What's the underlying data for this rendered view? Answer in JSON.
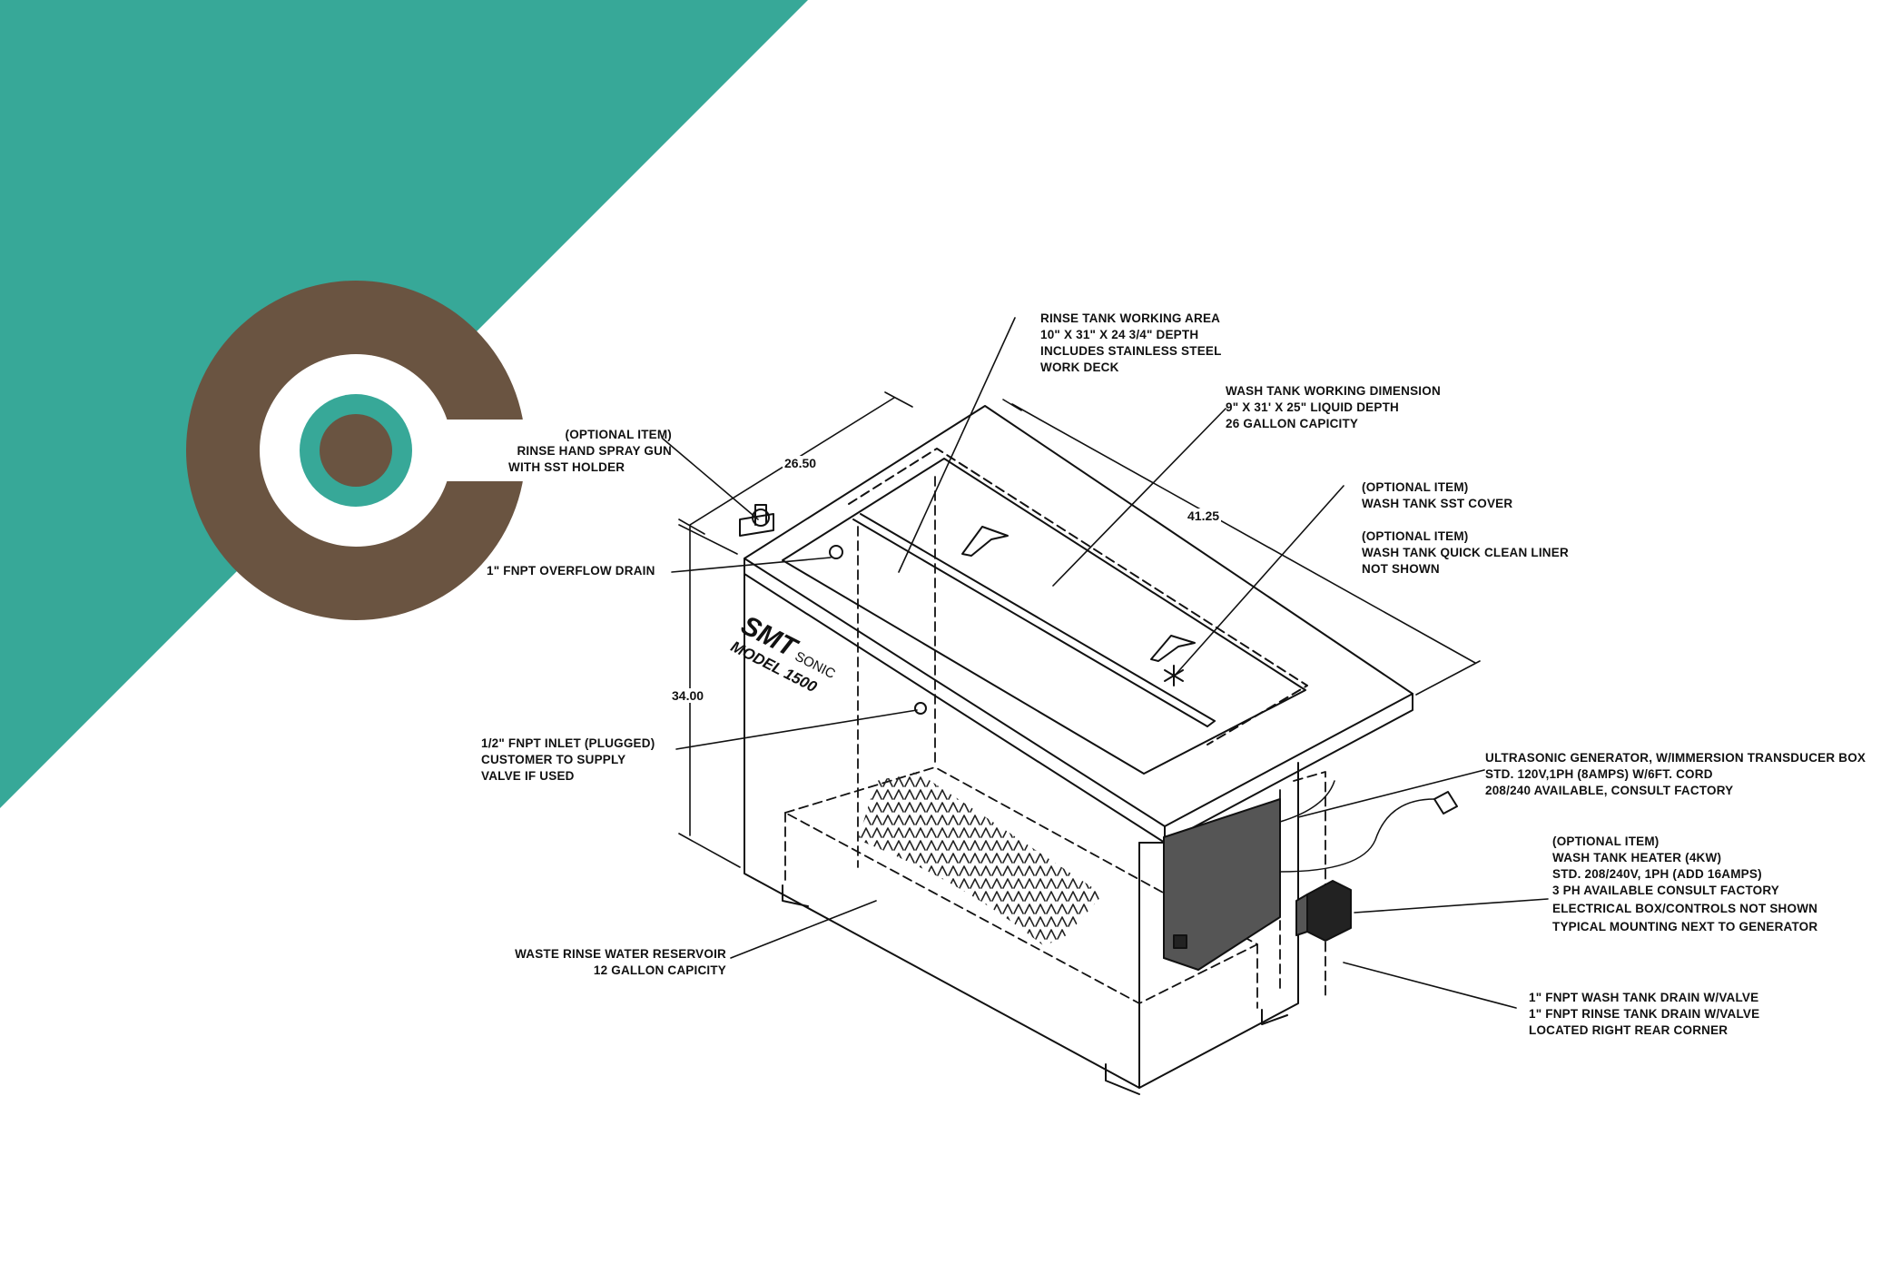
{
  "colors": {
    "accent_teal": "#37a898",
    "logo_brown": "#6a5441",
    "line": "#111111"
  },
  "icons": {
    "logo": "c-shaped-keyhole-logo",
    "diagram": "ultrasonic-cleaning-tank-illustration"
  },
  "dimensions": {
    "width": "26.50",
    "length": "41.25",
    "height": "34.00"
  },
  "brand": {
    "name_left": "SMT",
    "name_right": "SONIC",
    "model": "MODEL 1500"
  },
  "callouts": {
    "rinse_tank": [
      "RINSE TANK WORKING AREA",
      "10\" X 31\" X 24 3/4\" DEPTH",
      "INCLUDES STAINLESS STEEL",
      "WORK DECK"
    ],
    "wash_tank": [
      "WASH TANK WORKING DIMENSION",
      "9\" X 31'  X 25\" LIQUID DEPTH",
      "26 GALLON CAPICITY"
    ],
    "spray_gun": [
      "(OPTIONAL ITEM)",
      "RINSE HAND SPRAY GUN",
      "WITH SST HOLDER"
    ],
    "cover": [
      "(OPTIONAL ITEM)",
      "WASH TANK SST COVER"
    ],
    "liner": [
      "(OPTIONAL ITEM)",
      "WASH TANK QUICK CLEAN LINER",
      " NOT SHOWN"
    ],
    "overflow": [
      "1\" FNPT OVERFLOW DRAIN"
    ],
    "inlet": [
      "1/2\" FNPT INLET (PLUGGED)",
      "CUSTOMER TO SUPPLY",
      "VALVE IF USED"
    ],
    "generator": [
      "ULTRASONIC GENERATOR, W/IMMERSION TRANSDUCER BOX",
      "STD. 120V,1PH (8AMPS) W/6FT. CORD",
      "208/240 AVAILABLE, CONSULT FACTORY"
    ],
    "heater": [
      "(OPTIONAL ITEM)",
      "WASH TANK HEATER (4KW)",
      "STD. 208/240V, 1PH (ADD 16AMPS)",
      "3 PH AVAILABLE CONSULT FACTORY",
      "ELECTRICAL BOX/CONTROLS NOT SHOWN",
      "TYPICAL MOUNTING NEXT TO GENERATOR"
    ],
    "reservoir": [
      "WASTE RINSE WATER RESERVOIR",
      "12 GALLON CAPICITY"
    ],
    "drains": [
      "1\" FNPT WASH TANK DRAIN W/VALVE",
      "1\" FNPT RINSE TANK DRAIN W/VALVE",
      "LOCATED RIGHT REAR CORNER"
    ]
  }
}
